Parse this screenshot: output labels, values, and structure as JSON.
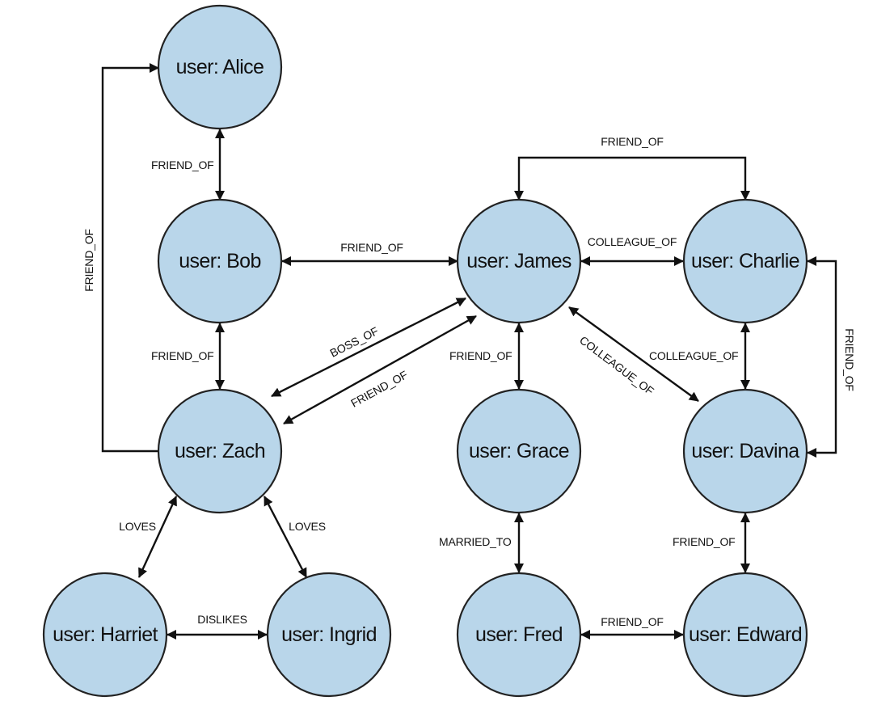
{
  "nodes": [
    {
      "id": "alice",
      "label": "user: Alice"
    },
    {
      "id": "bob",
      "label": "user: Bob"
    },
    {
      "id": "zach",
      "label": "user: Zach"
    },
    {
      "id": "harriet",
      "label": "user: Harriet"
    },
    {
      "id": "ingrid",
      "label": "user: Ingrid"
    },
    {
      "id": "james",
      "label": "user: James"
    },
    {
      "id": "charlie",
      "label": "user: Charlie"
    },
    {
      "id": "grace",
      "label": "user: Grace"
    },
    {
      "id": "davina",
      "label": "user: Davina"
    },
    {
      "id": "fred",
      "label": "user: Fred"
    },
    {
      "id": "edward",
      "label": "user: Edward"
    }
  ],
  "edges": [
    {
      "id": "alice-bob",
      "label": "FRIEND_OF",
      "from": "alice",
      "to": "bob"
    },
    {
      "id": "bob-zach",
      "label": "FRIEND_OF",
      "from": "bob",
      "to": "zach"
    },
    {
      "id": "zach-alice",
      "label": "FRIEND_OF",
      "from": "zach",
      "to": "alice"
    },
    {
      "id": "bob-james",
      "label": "FRIEND_OF",
      "from": "bob",
      "to": "james"
    },
    {
      "id": "james-zach-boss",
      "label": "BOSS_OF",
      "from": "james",
      "to": "zach"
    },
    {
      "id": "zach-james-friend",
      "label": "FRIEND_OF",
      "from": "zach",
      "to": "james"
    },
    {
      "id": "james-charlie-friend",
      "label": "FRIEND_OF",
      "from": "james",
      "to": "charlie"
    },
    {
      "id": "james-charlie-colleague",
      "label": "COLLEAGUE_OF",
      "from": "james",
      "to": "charlie"
    },
    {
      "id": "james-grace",
      "label": "FRIEND_OF",
      "from": "james",
      "to": "grace"
    },
    {
      "id": "james-davina",
      "label": "COLLEAGUE_OF",
      "from": "james",
      "to": "davina"
    },
    {
      "id": "charlie-davina-colleague",
      "label": "COLLEAGUE_OF",
      "from": "charlie",
      "to": "davina"
    },
    {
      "id": "charlie-davina-friend",
      "label": "FRIEND_OF",
      "from": "charlie",
      "to": "davina"
    },
    {
      "id": "zach-harriet",
      "label": "LOVES",
      "from": "zach",
      "to": "harriet"
    },
    {
      "id": "zach-ingrid",
      "label": "LOVES",
      "from": "zach",
      "to": "ingrid"
    },
    {
      "id": "harriet-ingrid",
      "label": "DISLIKES",
      "from": "harriet",
      "to": "ingrid"
    },
    {
      "id": "grace-fred",
      "label": "MARRIED_TO",
      "from": "grace",
      "to": "fred"
    },
    {
      "id": "davina-edward",
      "label": "FRIEND_OF",
      "from": "davina",
      "to": "edward"
    },
    {
      "id": "fred-edward",
      "label": "FRIEND_OF",
      "from": "fred",
      "to": "edward"
    }
  ]
}
